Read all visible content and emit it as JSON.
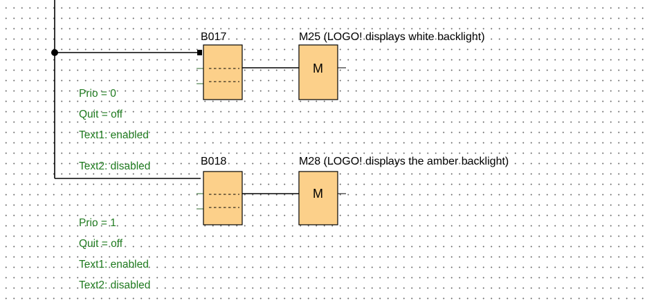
{
  "blocks": [
    {
      "label": "B017",
      "coil_letter": "M",
      "coil_label": "M25 (LOGO! displays white backlight)",
      "params": [
        "Prio = 0",
        "Quit = off",
        "Text1: enabled",
        "Text2: disabled"
      ]
    },
    {
      "label": "B018",
      "coil_letter": "M",
      "coil_label": "M28 (LOGO! displays the amber backlight)",
      "params": [
        "Prio = 1",
        "Quit = off",
        "Text1: enabled",
        "Text2: disabled"
      ]
    }
  ],
  "colors": {
    "block_fill": "#fcd08a",
    "param_text": "#1e7a1e",
    "wire": "#000000"
  }
}
